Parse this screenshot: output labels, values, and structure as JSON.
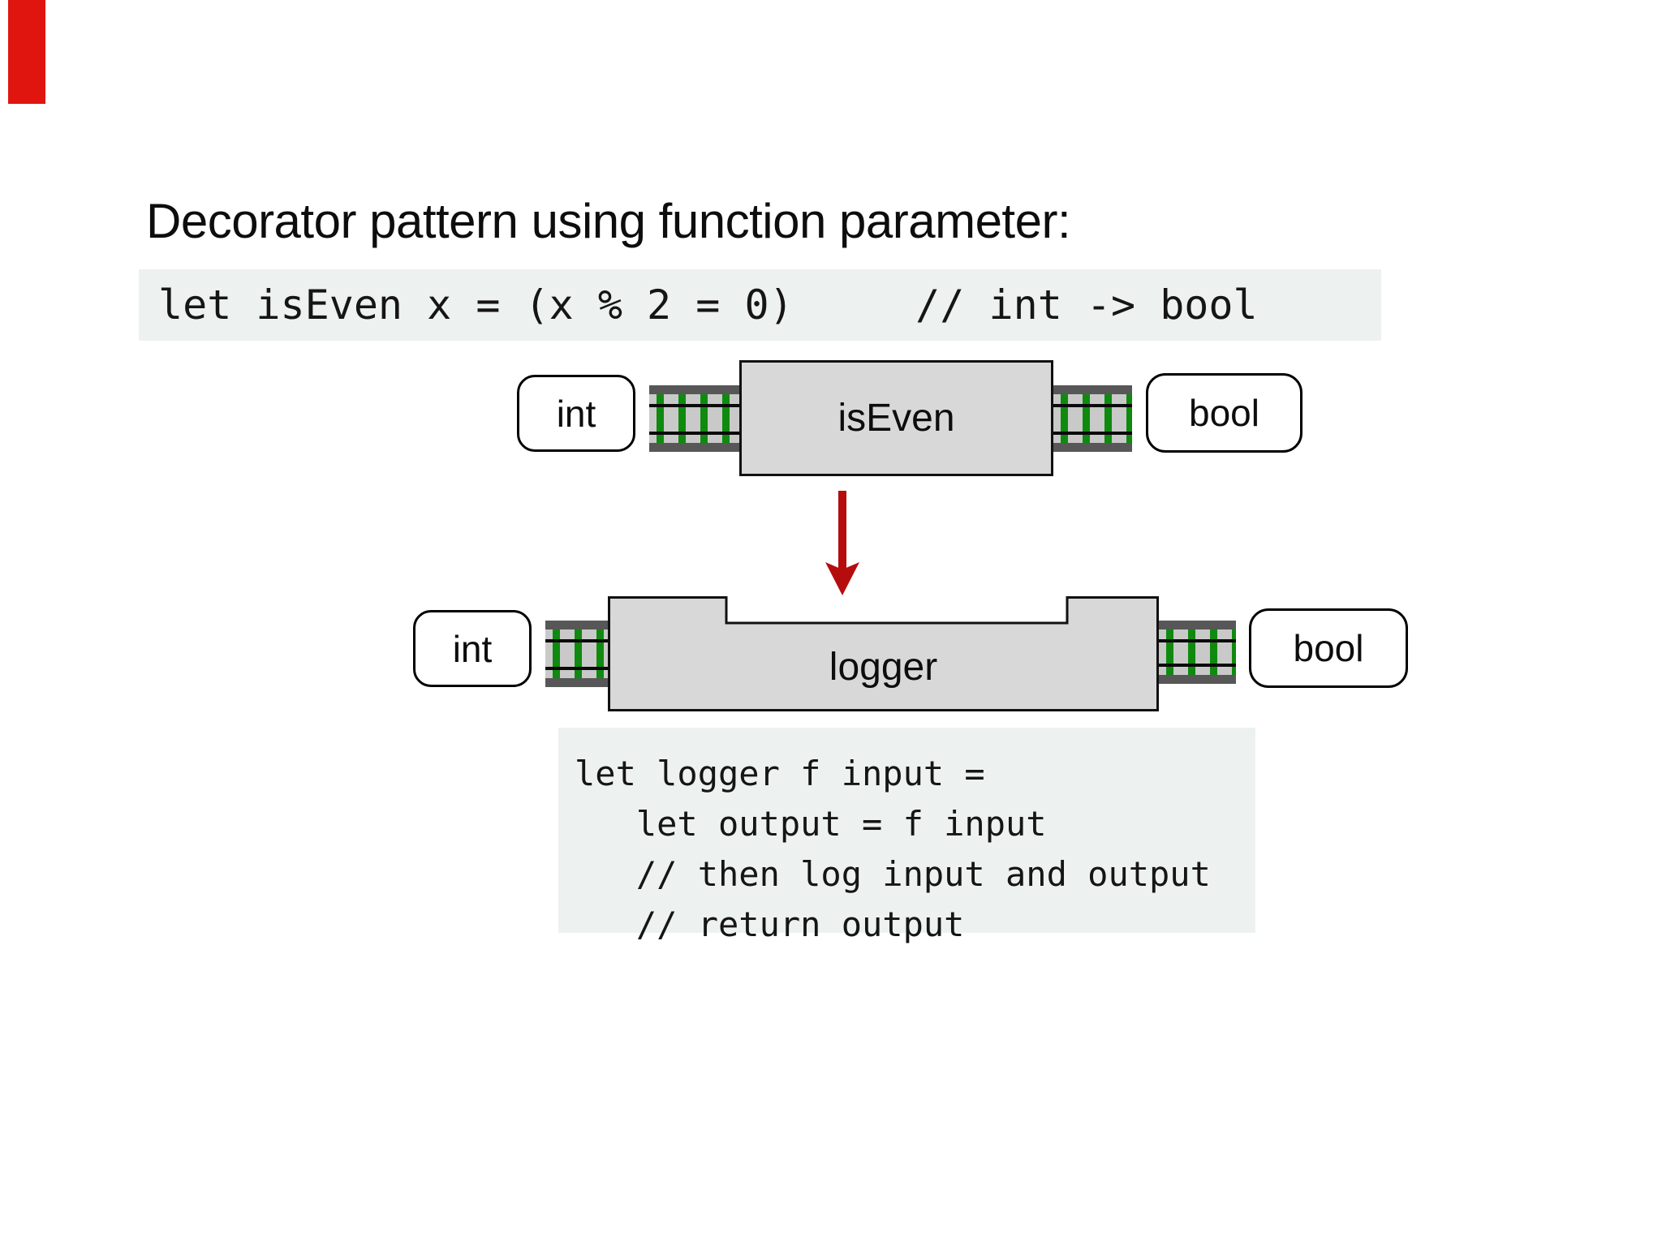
{
  "slide": {
    "title": "Decorator pattern using function parameter:",
    "decoration": {
      "ribbon_color": "#e0150f"
    }
  },
  "code_top": {
    "text": "let isEven x = (x % 2 = 0)     // int -> bool"
  },
  "machine_isEven": {
    "input_label": "int",
    "name": "isEven",
    "output_label": "bool"
  },
  "machine_logger": {
    "input_label": "int",
    "name": "logger",
    "output_label": "bool"
  },
  "code_bottom": {
    "text": "let logger f input =\n   let output = f input\n   // then log input and output\n   // return output"
  },
  "icons": {
    "down_arrow": "↓",
    "track": "railway-track"
  },
  "colors": {
    "arrow_red": "#b50d0d",
    "track_green": "#0f8a0f",
    "track_dark": "#575757",
    "track_light": "#c9c9c9",
    "rail_black": "#0a0a0a",
    "box_gray": "#d8d8d8",
    "code_background": "#edf1f0",
    "ribbon_red": "#e0150f"
  }
}
